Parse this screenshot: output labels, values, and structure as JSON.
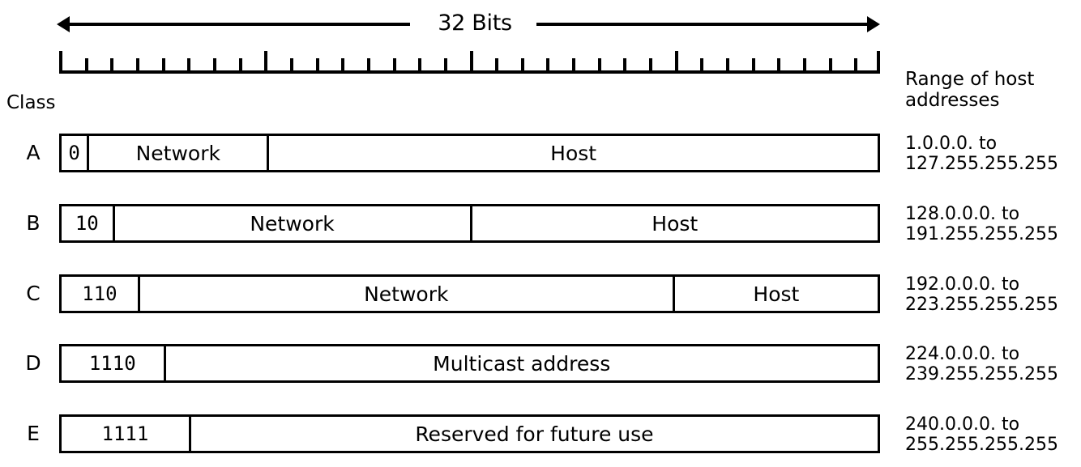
{
  "header": {
    "bits_label": "32 Bits",
    "class_label": "Class",
    "range_header_line1": "Range of host",
    "range_header_line2": "addresses"
  },
  "ruler": {
    "total_bits": 32,
    "major_tick_bits": [
      0,
      8,
      16,
      24,
      32
    ],
    "minor_tick_bits": [
      1,
      2,
      3,
      4,
      5,
      6,
      7,
      9,
      10,
      11,
      12,
      13,
      14,
      15,
      17,
      18,
      19,
      20,
      21,
      22,
      23,
      25,
      26,
      27,
      28,
      29,
      30,
      31
    ]
  },
  "rows": [
    {
      "class": "A",
      "cells": [
        {
          "label": "0",
          "kind": "prefix",
          "bits": 1
        },
        {
          "label": "Network",
          "kind": "field",
          "bits": 7
        },
        {
          "label": "Host",
          "kind": "field",
          "bits": 24
        }
      ],
      "range_line1": "1.0.0.0. to",
      "range_line2": "127.255.255.255"
    },
    {
      "class": "B",
      "cells": [
        {
          "label": "10",
          "kind": "prefix",
          "bits": 2
        },
        {
          "label": "Network",
          "kind": "field",
          "bits": 14
        },
        {
          "label": "Host",
          "kind": "field",
          "bits": 16
        }
      ],
      "range_line1": "128.0.0.0. to",
      "range_line2": "191.255.255.255"
    },
    {
      "class": "C",
      "cells": [
        {
          "label": "110",
          "kind": "prefix",
          "bits": 3
        },
        {
          "label": "Network",
          "kind": "field",
          "bits": 21
        },
        {
          "label": "Host",
          "kind": "field",
          "bits": 8
        }
      ],
      "range_line1": "192.0.0.0. to",
      "range_line2": "223.255.255.255"
    },
    {
      "class": "D",
      "cells": [
        {
          "label": "1110",
          "kind": "prefix",
          "bits": 4
        },
        {
          "label": "Multicast address",
          "kind": "field",
          "bits": 28
        }
      ],
      "range_line1": "224.0.0.0. to",
      "range_line2": "239.255.255.255"
    },
    {
      "class": "E",
      "cells": [
        {
          "label": "1111",
          "kind": "prefix",
          "bits": 5
        },
        {
          "label": "Reserved for future use",
          "kind": "field",
          "bits": 27
        }
      ],
      "range_line1": "240.0.0.0. to",
      "range_line2": "255.255.255.255"
    }
  ],
  "layout": {
    "row_tops": [
      165,
      252,
      339,
      425,
      512
    ]
  },
  "colors": {
    "ink": "#000000",
    "background": "#ffffff"
  }
}
